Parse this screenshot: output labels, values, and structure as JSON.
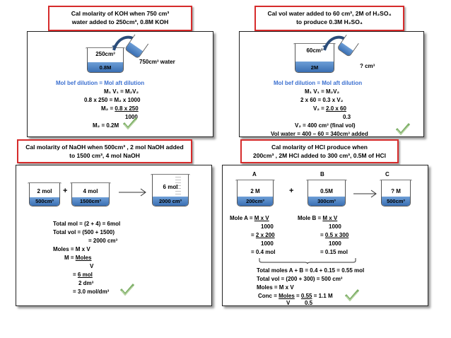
{
  "q1": {
    "title_line1": "Cal molarity of KOH when 750 cm³",
    "title_line2": "water added to 250cm³, 0.8M KOH",
    "beaker_vol": "250cm³",
    "beaker_conc": "0.8M",
    "water_label": "750cm³ water",
    "rule": "Mol bef dilution = Mol aft dilution",
    "lines": [
      "M₁ V₁ = M₂V₂",
      "0.8 x 250 = M₂ x 1000",
      "M₂ = ",
      "0.8 x 250",
      "1000",
      "M₂ = 0.2M"
    ]
  },
  "q2": {
    "title_line1": "Cal vol water added to 60 cm³, 2M of H₂SO₄",
    "title_line2": "to produce 0.3M H₂SO₄",
    "beaker_vol": "60cm³",
    "beaker_conc": "2M",
    "water_label": "? cm³",
    "rule": "Mol bef dilution = Mol aft dilution",
    "lines": [
      "M₁ V₁ = M₂V₂",
      "2 x 60 = 0.3 x V₂",
      "V₂ = ",
      "2.0 x 60",
      "0.3",
      "V₂ = 400 cm³  (final vol)",
      "Vol water = 400 – 60 = 340cm³ added"
    ]
  },
  "q3": {
    "title_line1": "Cal molarity of NaOH when 500cm³ , 2 mol NaOH  added",
    "title_line2": "to 1500 cm³, 4 mol NaOH",
    "b1_mol": "2 mol",
    "b1_vol": "500cm³",
    "plus": "+",
    "b2_mol": "4 mol",
    "b2_vol": "1500cm³",
    "b3_mol": "6 mol",
    "b3_vol": "2000 cm³",
    "lines": [
      "Total mol = (2 + 4) = 6mol",
      "Total vol   = (500 + 1500)",
      "= 2000 cm³",
      "Moles = M x V",
      "M = ",
      "Moles",
      "V",
      "= ",
      "6 mol",
      "2 dm³",
      "= 3.0 mol/dm³"
    ]
  },
  "q4": {
    "title_line1": "Cal molarity of HCl produce when",
    "title_line2": "200cm³ , 2M HCl added to 300 cm³, 0.5M of HCl",
    "labels": [
      "A",
      "B",
      "C"
    ],
    "bA_conc": "2 M",
    "bA_vol": "200cm³",
    "plus": "+",
    "bB_conc": "0.5M",
    "bB_vol": "300cm³",
    "bC_conc": "? M",
    "bC_vol": "500cm³",
    "a_lines": [
      "Mole A = ",
      "M x V",
      "1000",
      "= ",
      "2 x 200",
      "1000",
      "= 0.4 mol"
    ],
    "b_lines": [
      "Mole B = ",
      "M x V",
      "1000",
      "= ",
      "0.5 x 300",
      "1000",
      "= 0.15 mol"
    ],
    "lines": [
      "Total moles A + B = 0.4 + 0.15 = 0.55  mol",
      "Total vol = (200 + 300) = 500 cm³",
      "Moles = M x V",
      "Conc = ",
      "Moles",
      " = ",
      "0.55",
      "  =  1.1 M",
      "V",
      "0.5"
    ]
  }
}
